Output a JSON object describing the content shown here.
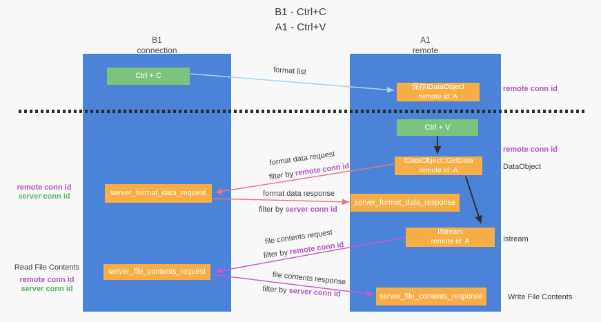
{
  "title": {
    "line1": "B1 - Ctrl+C",
    "line2": "A1 - Ctrl+V"
  },
  "lanes": {
    "b1": {
      "name": "B1",
      "subtitle": "connection"
    },
    "a1": {
      "name": "A1",
      "subtitle": "remote"
    }
  },
  "nodes": {
    "ctrl_c": {
      "label": "Ctrl + C"
    },
    "save_idataobject": {
      "line1": "保存IDataObject",
      "line2": "remote id: A"
    },
    "ctrl_v": {
      "label": "Ctrl + V"
    },
    "idataobject_getdata": {
      "line1": "IDataObject::GetData",
      "line2": "remote id: A"
    },
    "server_format_data_request": {
      "label": "server_format_data_request"
    },
    "server_format_data_response": {
      "label": "server_format_data_response"
    },
    "istream": {
      "line1": "IStream",
      "line2": "remote id: A"
    },
    "server_file_contents_request": {
      "label": "server_file_contents_request"
    },
    "server_file_contents_response": {
      "label": "server_file_contents_response"
    }
  },
  "edges": {
    "format_list": {
      "label": "format list"
    },
    "format_data_request": {
      "label": "format data request",
      "filter_prefix": "filter by",
      "filter_key": "remote conn id"
    },
    "format_data_response": {
      "label": "format data response",
      "filter_prefix": "filter by",
      "filter_key": "server conn id"
    },
    "file_contents_request": {
      "label": "file contents request",
      "filter_prefix": "filter by",
      "filter_key": "remote conn id"
    },
    "file_contents_response": {
      "label": "file contents response",
      "filter_prefix": "filter by",
      "filter_key": "server conn id"
    }
  },
  "annotations": {
    "left_top": {
      "remote": "remote conn id",
      "server": "server conn id"
    },
    "left_bottom": {
      "title": "Read File Contents",
      "remote": "remote conn id",
      "server": "server conn id"
    },
    "right": {
      "remote_conn_id_top": "remote conn id",
      "remote_conn_id_mid": "remote conn id",
      "dataobject": "DataObject",
      "istream": "Istream",
      "write_file_contents": "Write File Contents"
    }
  },
  "colors": {
    "lane_blue": "#4a83d8",
    "node_orange": "#f8ae45",
    "node_green": "#7bc47e",
    "arrow_salmon": "#e97680",
    "arrow_magenta": "#c75bc7",
    "arrow_lightblue": "#a9d5f0",
    "arrow_black": "#2f2f2f",
    "label_purple": "#b051c1",
    "label_green": "#58b264",
    "text_dark": "#3a3a3a"
  }
}
